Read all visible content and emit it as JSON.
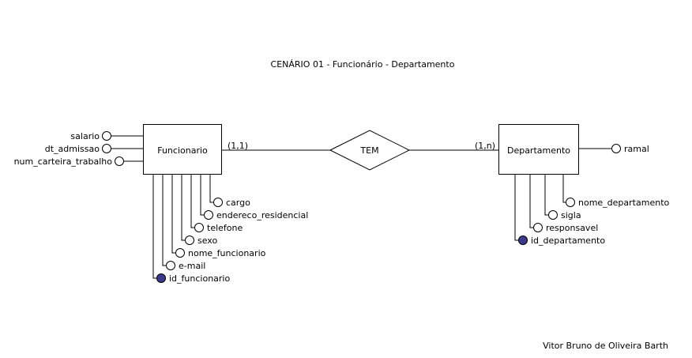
{
  "title": "CENÁRIO 01 - Funcionário - Departamento",
  "author": "Vitor Bruno de Oliveira Barth",
  "colors": {
    "line": "#000000",
    "entity_fill": "#ffffff",
    "attribute_fill": "#ffffff",
    "key_attribute_fill": "#3b3b8a"
  },
  "entities": {
    "funcionario": {
      "name": "Funcionario",
      "cardinality": "(1,1)",
      "attributes_left": [
        "salario",
        "dt_admissao",
        "num_carteira_trabalho"
      ],
      "attributes_bottom": [
        "cargo",
        "endereco_residencial",
        "telefone",
        "sexo",
        "nome_funcionario",
        "e-mail"
      ],
      "key_attribute": "id_funcionario"
    },
    "departamento": {
      "name": "Departamento",
      "cardinality": "(1,n)",
      "attributes_right": [
        "ramal"
      ],
      "attributes_bottom": [
        "nome_departamento",
        "sigla",
        "responsavel"
      ],
      "key_attribute": "id_departamento"
    }
  },
  "relationship": {
    "name": "TEM"
  }
}
